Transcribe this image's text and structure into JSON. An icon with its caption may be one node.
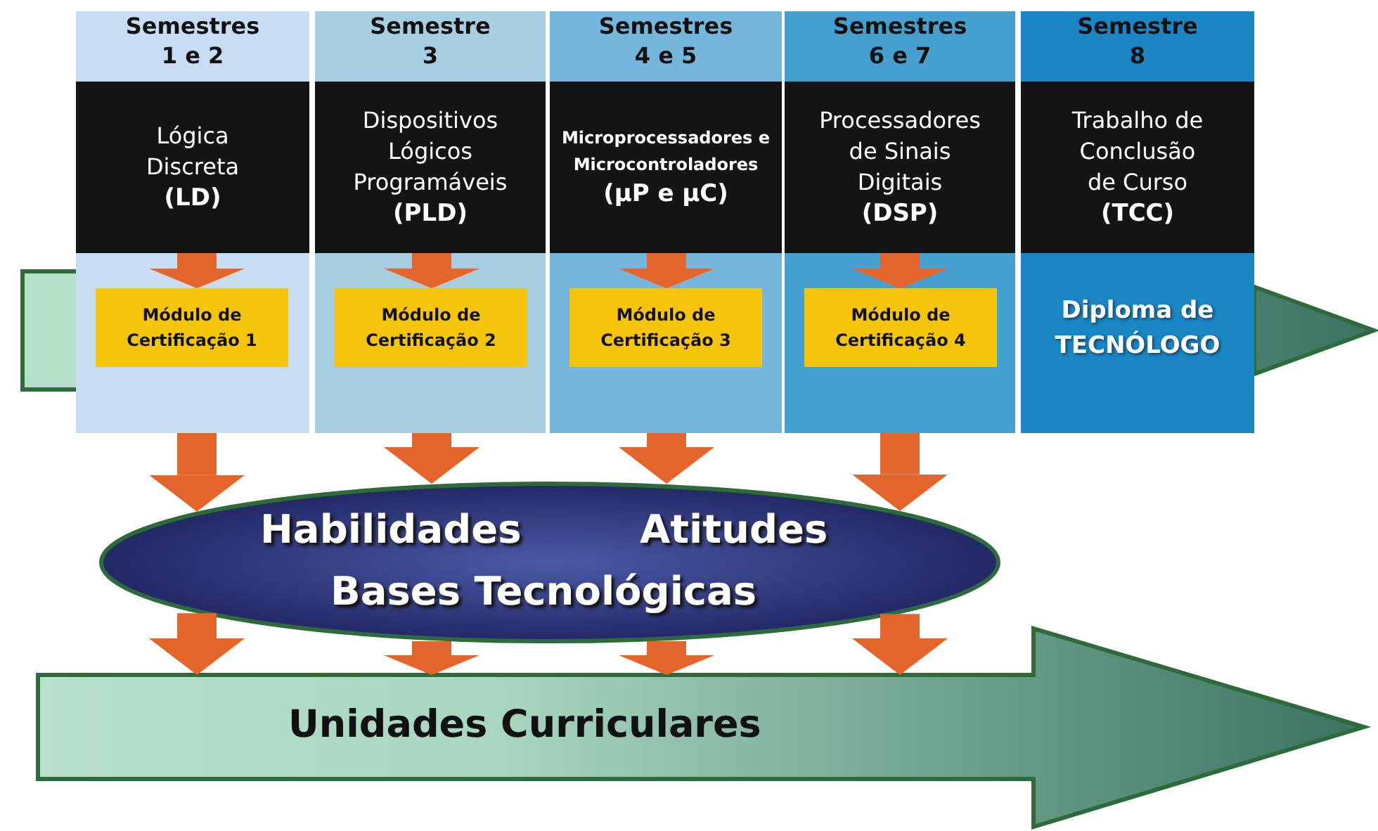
{
  "diagram": {
    "nodes": [
      {
        "text": [
          "Semestres 1 e 2"
        ]
      },
      {
        "text": [
          "Lógica Discreta",
          "(LD)"
        ],
        "in": 0
      },
      {
        "text": [
          "Módulo de Certificação 1"
        ],
        "in": 0
      },
      {
        "text": [
          "Semestre 3"
        ]
      },
      {
        "text": [
          "Dispositivos Lógicos Programáveis",
          "(PLD)"
        ],
        "in": 3
      },
      {
        "text": [
          "Módulo de Certificação 2"
        ],
        "in": 3
      },
      {
        "text": [
          "Semestres 4 e 5"
        ]
      },
      {
        "text": [
          "Microprocessadores e Microcontroladores",
          "(μP e μC)"
        ],
        "in": 6
      },
      {
        "text": [
          "Módulo de Certificação 3"
        ],
        "in": 6
      },
      {
        "text": [
          "Semestres 6 e 7"
        ]
      },
      {
        "text": [
          "Processadores de Sinais Digitais",
          "(DSP)"
        ],
        "in": 9
      },
      {
        "text": [
          "Módulo de Certificação 4"
        ],
        "in": 9
      },
      {
        "text": [
          "Semestre 8"
        ]
      },
      {
        "text": [
          "Trabalho de Conclusão de Curso",
          "(TCC)"
        ],
        "in": 12
      },
      {
        "text": [
          "Diploma de TECNÓLOGO"
        ],
        "in": 12
      },
      {
        "text": [
          "Habilidades",
          "Atitudes",
          "Bases Tecnológicas"
        ]
      },
      {
        "text": [
          "Unidades Curriculares"
        ]
      },
      {
        "text": [],
        "shape": "arrow"
      }
    ],
    "edges": [
      {
        "from": 1,
        "to": 2,
        "arrow": "to"
      },
      {
        "from": 4,
        "to": 5,
        "arrow": "to"
      },
      {
        "from": 7,
        "to": 8,
        "arrow": "to"
      },
      {
        "from": 10,
        "to": 11,
        "arrow": "to"
      },
      {
        "from": 0,
        "to": 15,
        "arrow": "to"
      },
      {
        "from": 3,
        "to": 15,
        "arrow": "to"
      },
      {
        "from": 6,
        "to": 15,
        "arrow": "to"
      },
      {
        "from": 9,
        "to": 15,
        "arrow": "to"
      },
      {
        "from": 15,
        "to": 16,
        "arrow": "to"
      },
      {
        "from": 15,
        "to": 16,
        "arrow": "to"
      },
      {
        "from": 15,
        "to": 16,
        "arrow": "to"
      },
      {
        "from": 15,
        "to": 16,
        "arrow": "to"
      }
    ]
  }
}
